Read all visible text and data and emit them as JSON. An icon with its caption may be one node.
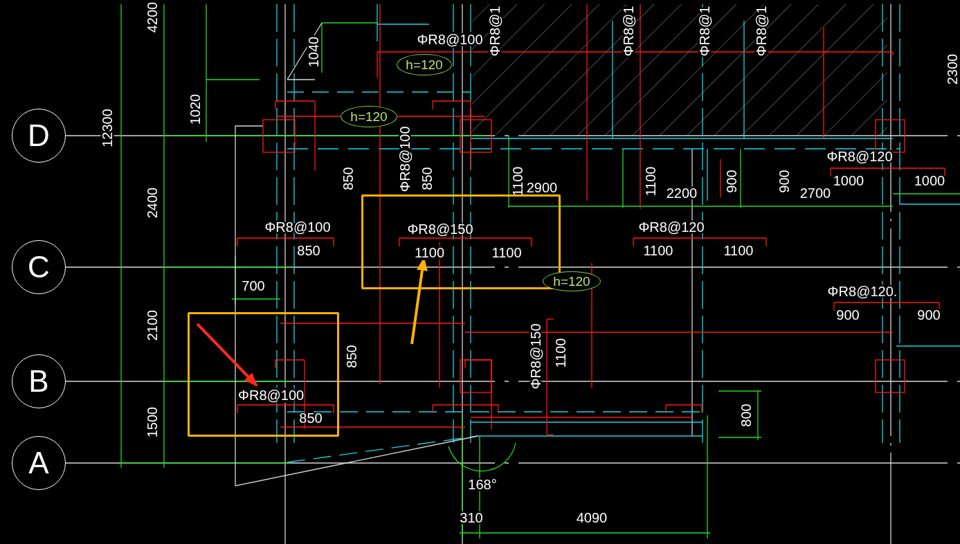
{
  "diagram": {
    "nodes": [
      {
        "text": [
          "h=120"
        ]
      },
      {
        "text": [
          "h=120"
        ]
      },
      {
        "text": [
          "D"
        ]
      },
      {
        "text": [
          "ΦR8@150",
          "1100"
        ]
      },
      {
        "text": [
          "1100"
        ],
        "in": 3
      },
      {
        "text": [
          "C"
        ]
      },
      {
        "text": [
          "h=120"
        ]
      },
      {
        "text": [
          "850"
        ]
      },
      {
        "text": [
          "ΦR8@100"
        ],
        "in": 7
      },
      {
        "text": [
          "B"
        ]
      },
      {
        "text": [
          "A"
        ]
      }
    ],
    "edges": [
      {
        "from": null,
        "to": 4,
        "arrow": "to",
        "color": "#ffb300"
      },
      {
        "from": null,
        "to": 8,
        "arrow": "to",
        "color": "#ff2a1f"
      }
    ],
    "labels": [
      "4200",
      "ΦR8@1",
      "ΦR8@1",
      "ΦR8@1",
      "ΦR8@1",
      "ΦR8@100",
      "1040",
      "2300",
      "1020",
      "12300",
      "ΦR8@120",
      "ΦR8@100",
      "850",
      "850",
      "1100",
      "1100",
      "900",
      "900",
      "1000",
      "1000",
      "2900",
      "2200",
      "2700",
      "2400",
      "ΦR8@100",
      "ΦR8@120",
      "850",
      "1100",
      "1100",
      "700",
      "ΦR8@120.",
      "900",
      "900",
      "2100",
      "850",
      "ΦR8@150",
      "1100",
      "800",
      "1500",
      "168°",
      "310",
      "4090"
    ]
  }
}
